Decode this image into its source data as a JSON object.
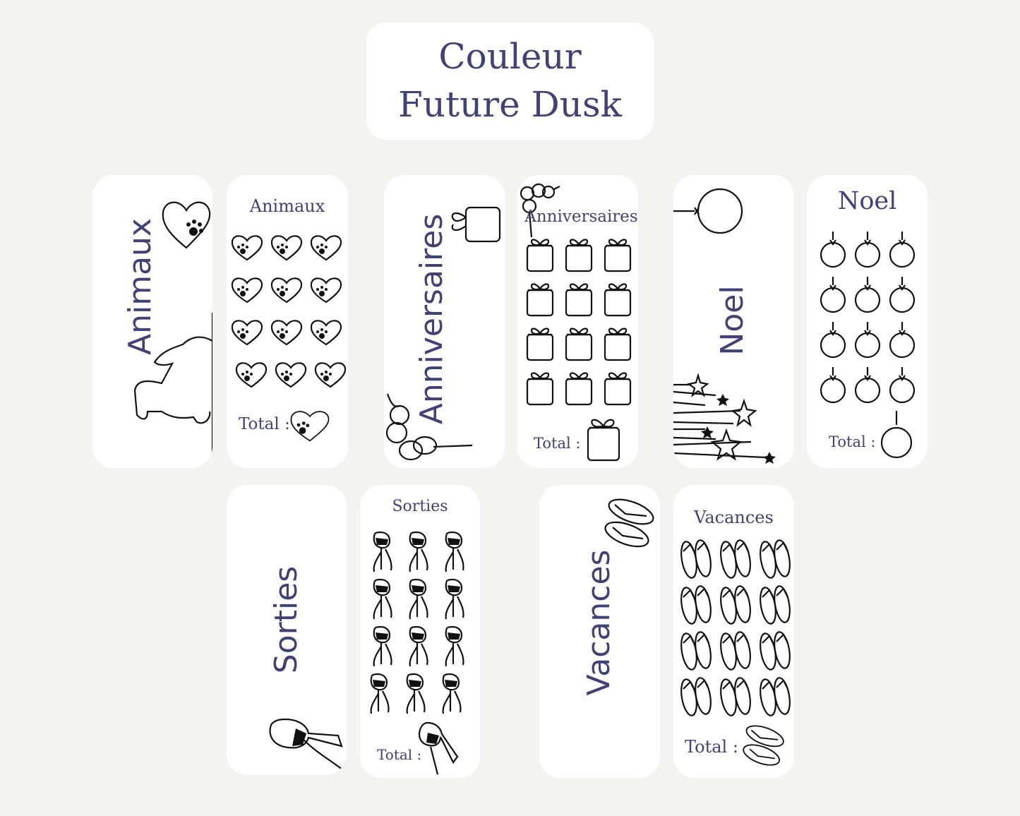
{
  "header": {
    "line1": "Couleur",
    "line2": "Future Dusk"
  },
  "cards": {
    "animaux_cover": {
      "label": "Animaux"
    },
    "animaux_tracker": {
      "title": "Animaux",
      "total": "Total :"
    },
    "anniversaires_cover": {
      "label": "Anniversaires"
    },
    "anniversaires_tracker": {
      "title": "Anniversaires",
      "total": "Total :"
    },
    "noel_cover": {
      "label": "Noel"
    },
    "noel_tracker": {
      "title": "Noel",
      "total": "Total :"
    },
    "sorties_cover": {
      "label": "Sorties"
    },
    "sorties_tracker": {
      "title": "Sorties",
      "total": "Total :"
    },
    "vacances_cover": {
      "label": "Vacances"
    },
    "vacances_tracker": {
      "title": "Vacances",
      "total": "Total :"
    }
  },
  "icons": {
    "animaux": "paw-heart-icon",
    "anniversaires": "gift-box-icon",
    "noel": "ornament-icon",
    "sorties": "wine-glass-icon",
    "vacances": "flip-flops-icon"
  },
  "colors": {
    "background": "#f4f3ef",
    "card": "#ffffff",
    "text": "#3f4272"
  }
}
